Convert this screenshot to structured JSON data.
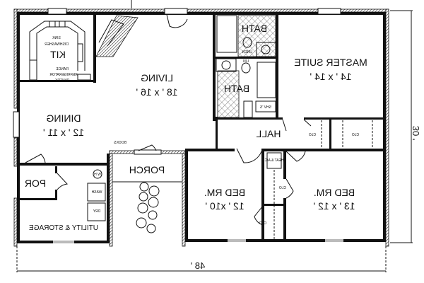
{
  "plan": {
    "mirrored": true,
    "rooms": {
      "kitchen": {
        "name": "KIT"
      },
      "living": {
        "name": "LIVING",
        "size": "18 ' x 16 '"
      },
      "dining": {
        "name": "DINING",
        "size": "12 ' x 11 '"
      },
      "bath_upper": {
        "name": "BATH"
      },
      "bath_lower": {
        "name": "BATH"
      },
      "master": {
        "name": "MASTER SUITE",
        "size": "14 ' x 14 '"
      },
      "hall": {
        "name": "HALL"
      },
      "porch": {
        "name": "PORCH"
      },
      "por": {
        "name": "POR"
      },
      "utility": {
        "name": "UTILITY & STORAGE"
      },
      "bed1": {
        "name": "BED RM.",
        "size": "12 ' x10 '"
      },
      "bed2": {
        "name": "BED RM.",
        "size": "13 ' x 12 '"
      }
    },
    "fixtures": {
      "sink": "SINK",
      "dishwasher": "DISHWASHER",
      "range": "RANGE",
      "refrigerator": "REFRIGERATOR",
      "pantry": "PANTRY",
      "books": "BOOKS",
      "linen": "LINEN",
      "linen2": "LIN",
      "shv": "SHV 'S",
      "water_heater": "W H",
      "wash": "WASH",
      "dry": "DRY",
      "heat_ac": "HEAT & A/C",
      "clo": "CLO"
    },
    "dimensions": {
      "width": "48 '",
      "depth": "30 '"
    }
  }
}
